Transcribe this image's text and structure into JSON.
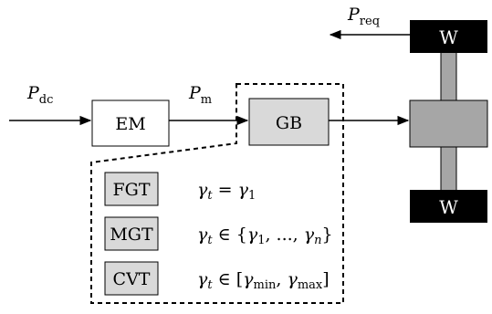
{
  "labels": {
    "p_req": {
      "sym": "P",
      "sub": "req"
    },
    "p_dc": {
      "sym": "P",
      "sub": "dc"
    },
    "p_m": {
      "sym": "P",
      "sub": "m"
    }
  },
  "blocks": {
    "em": "EM",
    "gb": "GB",
    "wheel_top": "W",
    "wheel_bottom": "W"
  },
  "transmissions": [
    {
      "name": "FGT",
      "ratio": "γt = γ1"
    },
    {
      "name": "MGT",
      "ratio": "γt ∈ {γ1, ..., γn}"
    },
    {
      "name": "CVT",
      "ratio": "γt ∈ [γmin, γmax]"
    }
  ],
  "colors": {
    "gb_fill": "#d9d9d9",
    "axle_fill": "#a6a6a6",
    "wheel_fill": "#000000",
    "wheel_text": "#ffffff",
    "line": "#000000"
  }
}
